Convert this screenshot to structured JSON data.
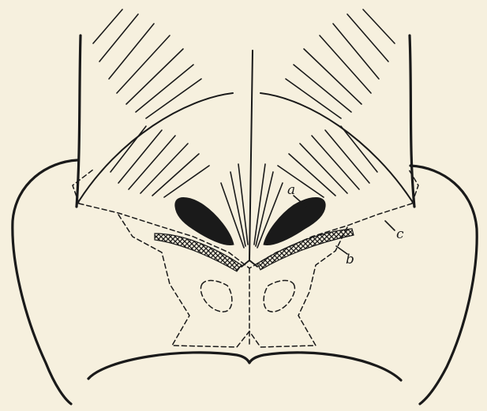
{
  "figure": {
    "labels": {
      "a": "a",
      "b": "b",
      "c": "c"
    }
  },
  "colors": {
    "paper": "#f6f0de",
    "ink": "#1a1a1a"
  }
}
